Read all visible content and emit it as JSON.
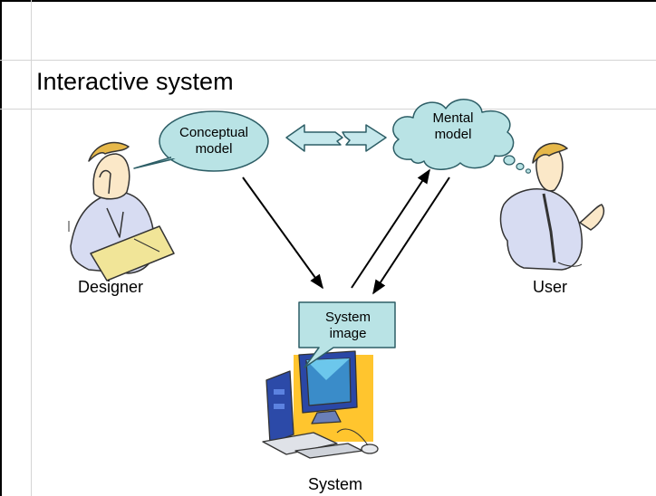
{
  "title": "Interactive system",
  "bubbles": {
    "conceptual_model": "Conceptual\nmodel",
    "mental_model": "Mental\nmodel",
    "system_image": "System\nimage"
  },
  "captions": {
    "designer": "Designer",
    "user": "User",
    "system": "System"
  },
  "colors": {
    "bubble_fill": "#b9e3e5",
    "bubble_stroke": "#2d5e66",
    "arrow_fill": "#c6e8ec"
  },
  "icons": [
    "designer-figure",
    "user-figure",
    "computer-system"
  ]
}
